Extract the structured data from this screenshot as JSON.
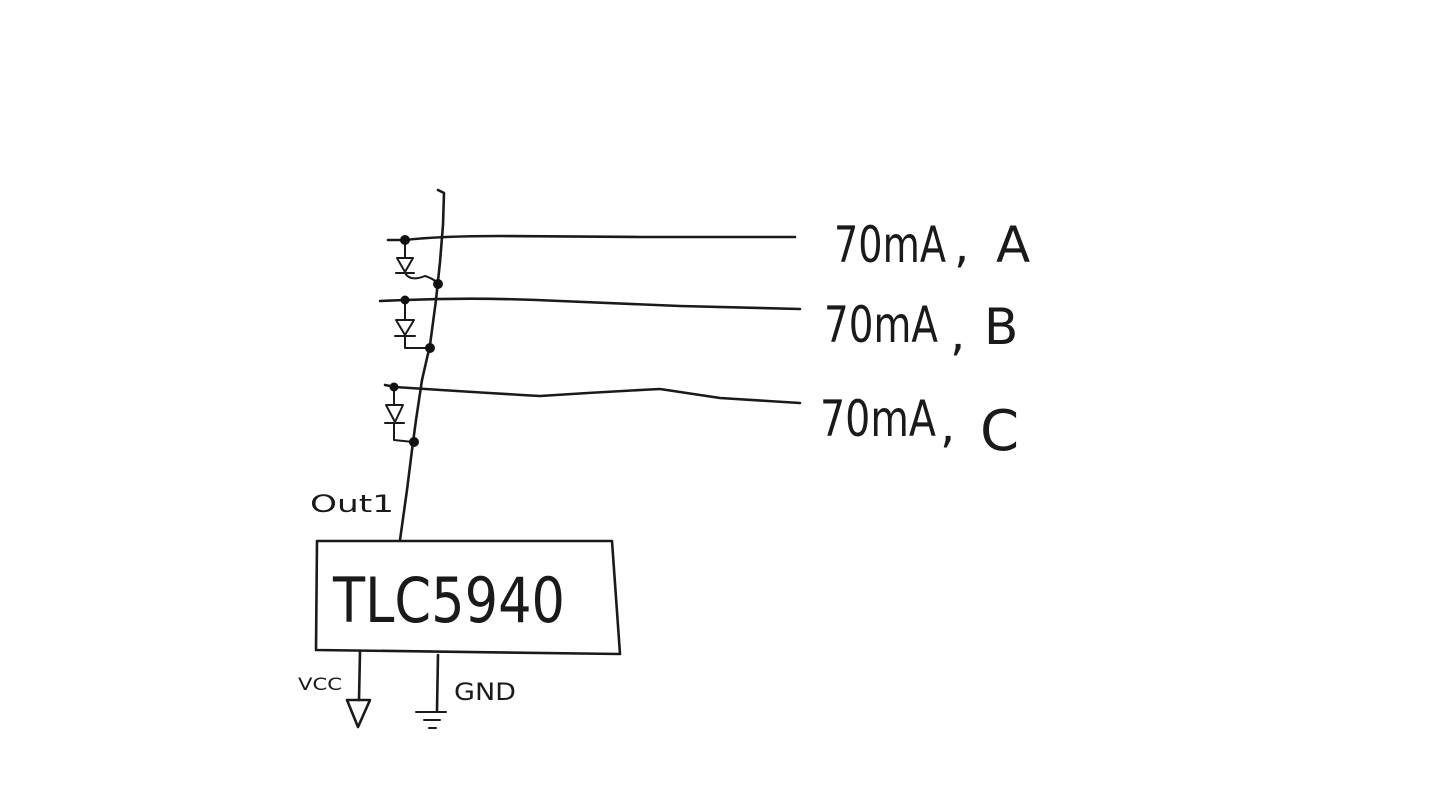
{
  "chip": {
    "name": "TLC5940"
  },
  "pins": {
    "output": "Out1",
    "supply": "VCC",
    "ground": "GND"
  },
  "channels": [
    {
      "current": "70mA",
      "label": "A"
    },
    {
      "current": "70mA",
      "label": "B"
    },
    {
      "current": "70mA",
      "label": "C"
    }
  ],
  "separator": ","
}
